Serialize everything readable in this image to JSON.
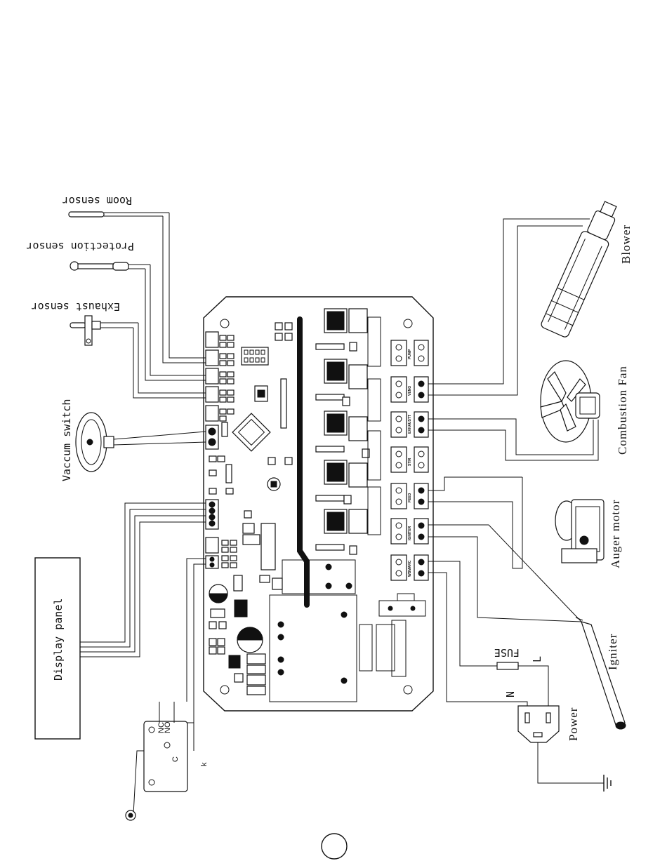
{
  "labels": {
    "room_sensor": "Room sensor",
    "protection_sensor": "Protection sensor",
    "exhaust_sensor": "Exhaust sensor",
    "vaccum_switch": "Vaccum switch",
    "display_panel": "Display panel",
    "blower": "Blower",
    "combustion_fan": "Combustion Fan",
    "auger_motor": "Auger motor",
    "igniter": "Igniter",
    "power": "Power",
    "fuse": "FUSE",
    "neutral": "N",
    "live": "L",
    "switch_k": "k"
  },
  "board_terminals": [
    "PUMP",
    "VENO",
    "EXHAUSTT",
    "STIR",
    "FEED",
    "IGNITER",
    "WBMARC"
  ],
  "switch_pins": {
    "no": "NO",
    "nc": "NC",
    "c": "C"
  },
  "page_number": ""
}
